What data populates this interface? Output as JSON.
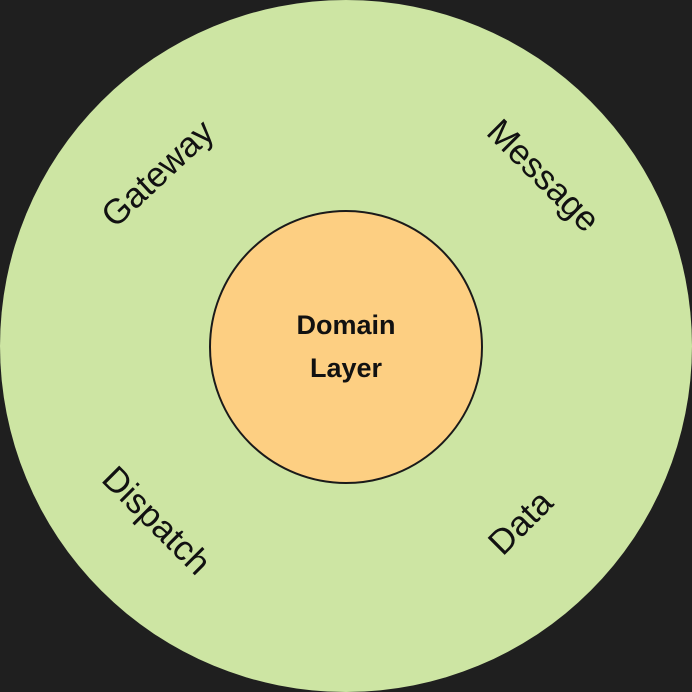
{
  "diagram": {
    "core": {
      "line1": "Domain",
      "line2": "Layer"
    },
    "ring_labels": {
      "gateway": "Gateway",
      "message": "Message",
      "dispatch": "Dispatch",
      "data": "Data"
    },
    "colors": {
      "background": "#1f1f1f",
      "outer_ring": "#cde5a3",
      "core_fill": "#fdcf82",
      "core_border": "#1a1a1a",
      "text": "#111111"
    }
  }
}
